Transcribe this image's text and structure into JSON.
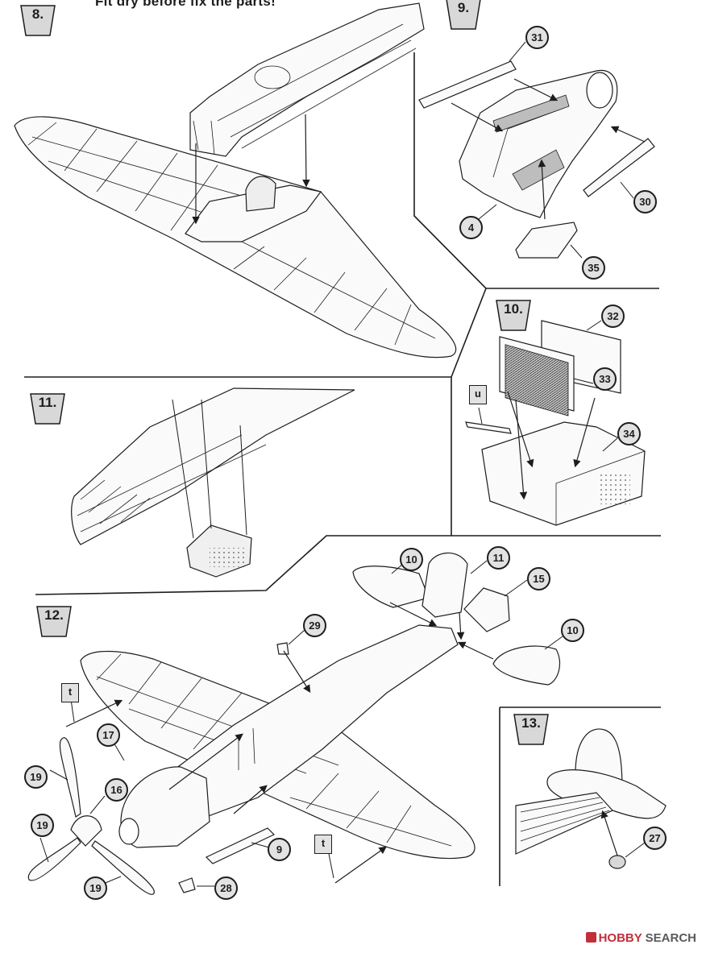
{
  "note": "Fit dry before fix the parts!",
  "steps": [
    {
      "label": "8."
    },
    {
      "label": "9."
    },
    {
      "label": "10."
    },
    {
      "label": "11."
    },
    {
      "label": "12."
    },
    {
      "label": "13."
    }
  ],
  "parts": {
    "p31": "31",
    "p30": "30",
    "p4": "4",
    "p35": "35",
    "p32": "32",
    "p33": "33",
    "p34": "34",
    "pu": "u",
    "p10a": "10",
    "p11": "11",
    "p15": "15",
    "p10b": "10",
    "p29": "29",
    "pt1": "t",
    "p17": "17",
    "p16": "16",
    "p19a": "19",
    "p19b": "19",
    "p19c": "19",
    "p9": "9",
    "pt2": "t",
    "p28": "28",
    "p27": "27"
  },
  "watermark": {
    "brand_red": "HOBBY",
    "brand_rest": " SEARCH"
  },
  "colors": {
    "ink": "#1d1d1d",
    "callout_fill": "#e2e2e2",
    "brand": "#c0303a"
  }
}
